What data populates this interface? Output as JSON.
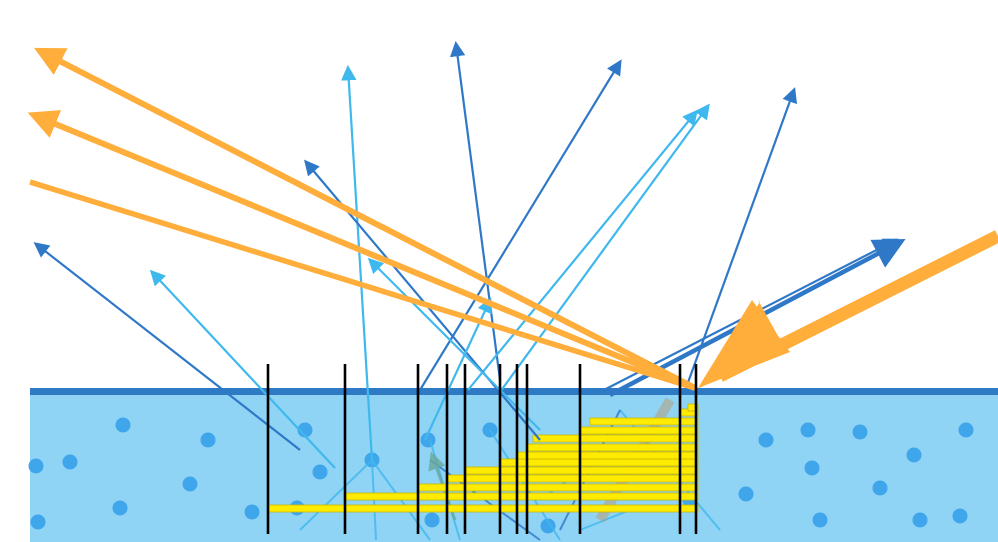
{
  "colors": {
    "background": "#ffffff",
    "water_fill": "#8fd3f5",
    "water_surface": "#2e7ac4",
    "particle": "#3fa6ec",
    "ray_dark_blue": "#2f78c8",
    "ray_light_blue": "#3fb8ee",
    "ray_orange": "#ffad3b",
    "ray_green_faint": "#6aa89a",
    "depth_bar_yellow": "#ffeb00",
    "depth_bar_edge": "#c9b800",
    "marker_line": "#000000"
  },
  "scene": {
    "description_labels": [],
    "icons": [
      "incident-light-arrow",
      "reflected-light-arrows",
      "scattered-blue-rays",
      "water-particles",
      "depth-marker-lines",
      "depth-bars"
    ]
  }
}
